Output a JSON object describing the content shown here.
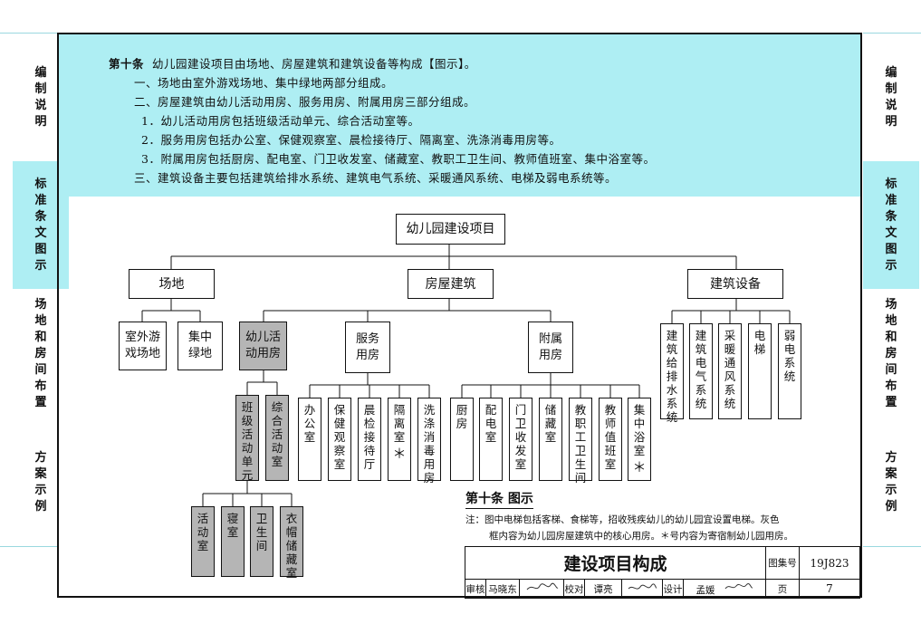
{
  "side_tabs": [
    {
      "label": "编制说明",
      "active": false
    },
    {
      "label": "标准条文图示",
      "active": true
    },
    {
      "label": "场地和房间布置",
      "active": false
    },
    {
      "label": "方案示例",
      "active": false
    }
  ],
  "article": {
    "lead": "第十条",
    "intro": "幼儿园建设项目由场地、房屋建筑和建筑设备等构成【图示】。",
    "lines": [
      "一、场地由室外游戏场地、集中绿地两部分组成。",
      "二、房屋建筑由幼儿活动用房、服务用房、附属用房三部分组成。",
      "1．幼儿活动用房包括班级活动单元、综合活动室等。",
      "2．服务用房包括办公室、保健观察室、晨检接待厅、隔离室、洗涤消毒用房等。",
      "3．附属用房包括厨房、配电室、门卫收发室、储藏室、教职工卫生间、教师值班室、集中浴室等。",
      "三、建筑设备主要包括建筑给排水系统、建筑电气系统、采暖通风系统、电梯及弱电系统等。"
    ]
  },
  "diagram": {
    "root": "幼儿园建设项目",
    "level1": [
      "场地",
      "房屋建筑",
      "建筑设备"
    ],
    "site": [
      "室外游戏场地",
      "集中绿地"
    ],
    "building": [
      "幼儿活动用房",
      "服务用房",
      "附属用房"
    ],
    "equipment": [
      "建筑给排水系统",
      "建筑电气系统",
      "采暖通风系统",
      "电梯",
      "弱电系统"
    ],
    "activity": [
      "班级活动单元",
      "综合活动室"
    ],
    "unit_rooms": [
      "活动室",
      "寝室",
      "卫生间",
      "衣帽储藏室"
    ],
    "service": [
      "办公室",
      "保健观察室",
      "晨检接待厅",
      "隔离室",
      "洗涤消毒用房"
    ],
    "auxiliary": [
      "厨房",
      "配电室",
      "门卫收发室",
      "储藏室",
      "教职工卫生间",
      "教师值班室",
      "集中浴室"
    ],
    "star": "＊"
  },
  "caption": {
    "title": "第十条 图示",
    "note1": "注：图中电梯包括客梯、食梯等，招收残疾幼儿的幼儿园宜设置电梯。灰色",
    "note2": "框内容为幼儿园房屋建筑中的核心用房。＊号内容为寄宿制幼儿园用房。"
  },
  "title_block": {
    "drawing_title": "建设项目构成",
    "atlas_label": "图集号",
    "atlas_no": "19J823",
    "review_label": "审核",
    "review_name": "马晓东",
    "check_label": "校对",
    "check_name": "谭亮",
    "design_label": "设计",
    "design_name": "孟媛",
    "page_label": "页",
    "page_no": "7"
  },
  "colors": {
    "highlight": "#aeeef3",
    "core_room": "#b5b5b5"
  }
}
